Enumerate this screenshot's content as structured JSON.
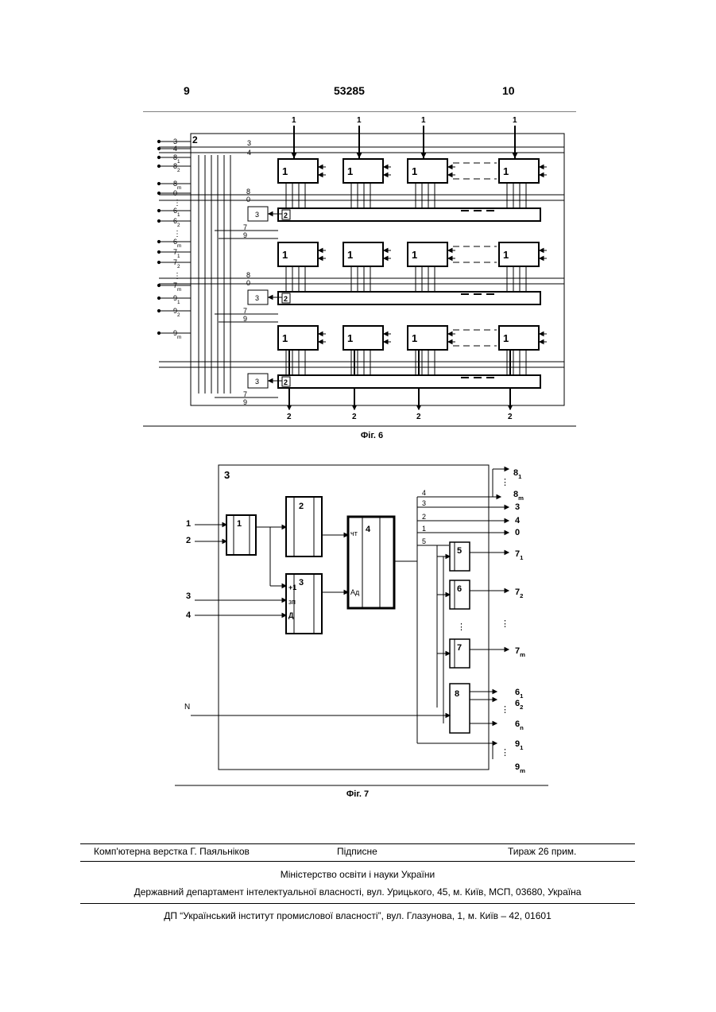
{
  "header": {
    "page_left": "9",
    "patent_number": "53285",
    "page_right": "10"
  },
  "fig6": {
    "caption": "Фіг. 6",
    "frame_label": "2",
    "module_label": "1",
    "unit_label": "3",
    "input_label": "1",
    "output_label": "2",
    "left_labels": [
      "3",
      "4",
      "8",
      "8",
      "8",
      "0",
      "6",
      "6",
      "6",
      "7",
      "7",
      "7",
      "9",
      "9",
      "9"
    ],
    "left_subs": [
      "",
      "",
      "1",
      "2",
      "m",
      "",
      "1",
      "2",
      "m",
      "1",
      "2",
      "m",
      "1",
      "2",
      "m"
    ],
    "bus_labels": {
      "b3": "3",
      "b4": "4",
      "b8": "8",
      "b0": "0",
      "b7": "7",
      "b9": "9",
      "b2": "2"
    }
  },
  "fig7": {
    "caption": "Фіг. 7",
    "frame_label": "3",
    "inputs": [
      "1",
      "2",
      "3",
      "4",
      "N"
    ],
    "blocks": {
      "b1": "1",
      "b2": "2",
      "b3": "3",
      "b4": "4",
      "b5": "5",
      "b6": "6",
      "b7": "7",
      "b8": "8"
    },
    "block3_pins": {
      "plus1": "+1",
      "zp": "зп",
      "d": "Д"
    },
    "block4_pins": {
      "cht": "чт",
      "ad": "Ад"
    },
    "bus_numbers": [
      "4",
      "3",
      "2",
      "1",
      "5"
    ],
    "outputs": {
      "o3": "3",
      "o4": "4",
      "o0": "0"
    },
    "subscripted_outputs": [
      {
        "n": "8",
        "s": "1"
      },
      {
        "n": "8",
        "s": "m"
      },
      {
        "n": "7",
        "s": "1"
      },
      {
        "n": "7",
        "s": "2"
      },
      {
        "n": "7",
        "s": "m"
      },
      {
        "n": "6",
        "s": "1"
      },
      {
        "n": "6",
        "s": "2"
      },
      {
        "n": "6",
        "s": "n"
      },
      {
        "n": "9",
        "s": "1"
      },
      {
        "n": "9",
        "s": "m"
      }
    ]
  },
  "footer": {
    "layout": "Комп'ютерна верстка Г. Паяльніков",
    "signed": "Підписне",
    "circulation": "Тираж 26 прим.",
    "ministry": "Міністерство освіти і науки України",
    "department": "Державний департамент інтелектуальної власності, вул. Урицького, 45, м. Київ, МСП, 03680, Україна",
    "institute": "ДП “Український інститут промислової власності”, вул. Глазунова, 1, м. Київ – 42, 01601"
  }
}
